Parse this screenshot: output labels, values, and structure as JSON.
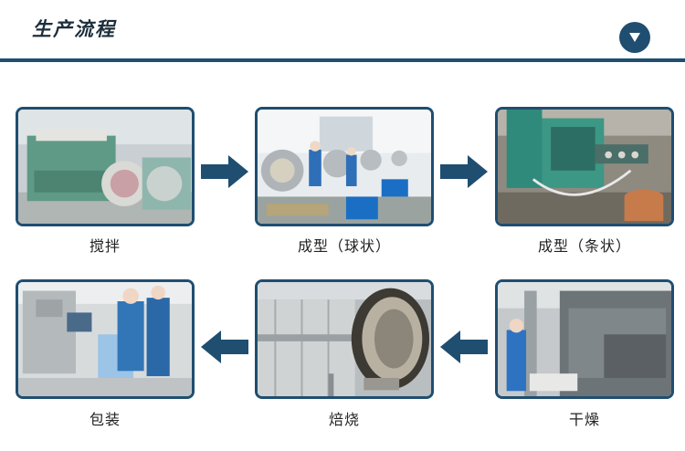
{
  "header": {
    "title": "生产流程",
    "toggle_icon": "chevron-down-icon"
  },
  "colors": {
    "accent": "#1f4e70"
  },
  "steps": [
    {
      "label": "搅拌"
    },
    {
      "label": "成型（球状）"
    },
    {
      "label": "成型（条状）"
    },
    {
      "label": "干燥"
    },
    {
      "label": "焙烧"
    },
    {
      "label": "包装"
    }
  ]
}
